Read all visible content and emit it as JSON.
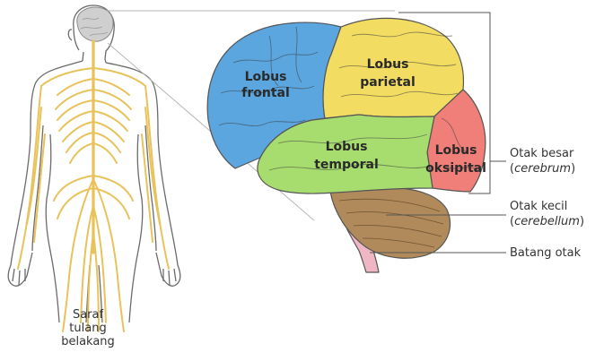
{
  "lobes": {
    "frontal": [
      "Lobus",
      "frontal"
    ],
    "parietal": [
      "Lobus",
      "parietal"
    ],
    "temporal": [
      "Lobus",
      "temporal"
    ],
    "occipital": [
      "Lobus",
      "oksipital"
    ]
  },
  "labels": {
    "cerebrum": {
      "text": "Otak besar",
      "latin": "cerebrum"
    },
    "cerebellum": {
      "text": "Otak kecil",
      "latin": "cerebellum"
    },
    "brainstem": {
      "text": "Batang otak"
    },
    "spinal_nerves": [
      "Saraf",
      "tulang",
      "belakang"
    ]
  },
  "colors": {
    "frontal": "#5ba6df",
    "parietal": "#f2dc62",
    "temporal": "#a7dd6e",
    "occipital": "#ef7f78",
    "cerebellum": "#b08a5a",
    "brainstem": "#f0b6c4",
    "nerves": "#e8c25b",
    "body_outline": "#6b6b6b"
  }
}
